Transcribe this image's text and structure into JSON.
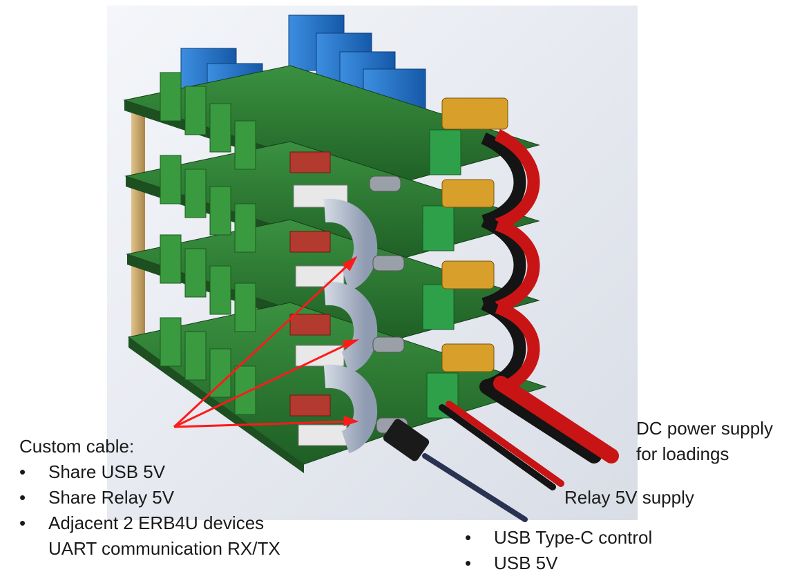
{
  "custom_cable": {
    "title": "Custom cable:",
    "items": [
      "Share USB 5V",
      "Share Relay 5V",
      "Adjacent 2 ERB4U devices"
    ],
    "continuation": "UART communication RX/TX"
  },
  "dc_supply": {
    "line1": "DC power supply",
    "line2": "for loadings"
  },
  "relay_supply": {
    "label": "Relay 5V supply"
  },
  "usb": {
    "items": [
      "USB Type-C control",
      "USB 5V"
    ]
  },
  "colors": {
    "pcb": "#2f7d34",
    "relay": "#1f6fc0",
    "terminal": "#3a9a3f",
    "spacer": "#c9a56a",
    "cable": "#b8c2d4",
    "arrow": "#ff1a1a",
    "red_wire": "#c81414",
    "black_wire": "#141414",
    "usb_cable": "#2a3252"
  }
}
